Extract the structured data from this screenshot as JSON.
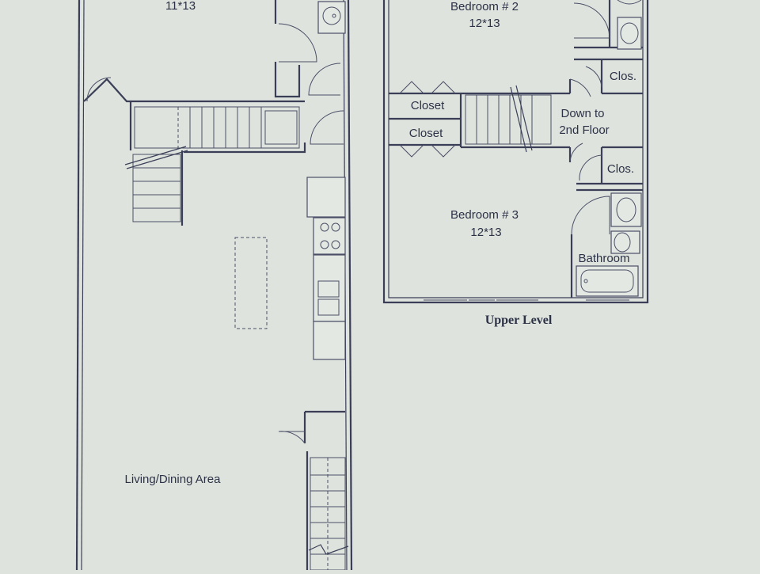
{
  "lower_level": {
    "room_top_dims": "11*13",
    "living_label": "Living/Dining Area"
  },
  "upper_level": {
    "title": "Upper Level",
    "bedroom2": {
      "label": "Bedroom # 2",
      "dims": "12*13"
    },
    "bedroom3": {
      "label": "Bedroom # 3",
      "dims": "12*13"
    },
    "closet_top": "Closet",
    "closet_bottom": "Closet",
    "stairs_down_line1": "Down to",
    "stairs_down_line2": "2nd Floor",
    "clos_top": "Clos.",
    "clos_bottom": "Clos.",
    "bathroom": "Bathroom"
  },
  "colors": {
    "paper": "#dfe3de",
    "ink": "#3a3f57"
  }
}
